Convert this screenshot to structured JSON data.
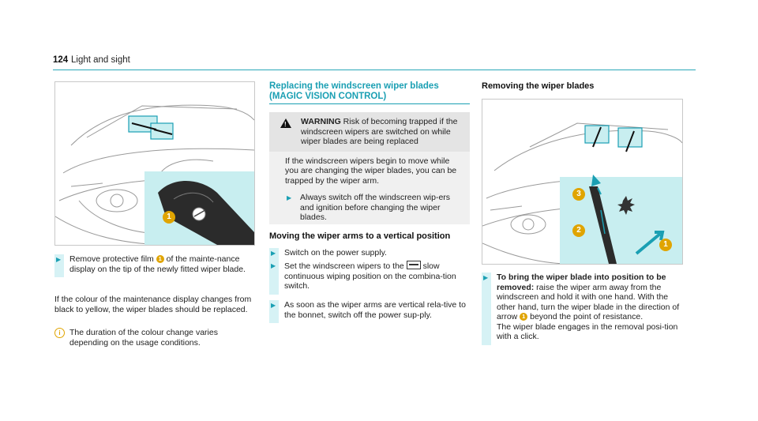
{
  "header": {
    "page_number": "124",
    "section": "Light and sight"
  },
  "col1": {
    "step1": {
      "pre": "Remove protective film ",
      "callout": "1",
      "post": " of the mainte-nance display on the tip of the newly fitted wiper blade."
    },
    "para": "If the colour of the maintenance display changes from black to yellow, the wiper blades should be replaced.",
    "note": "The duration of the colour change varies depending on the usage conditions.",
    "figure_callout": "1"
  },
  "col2": {
    "title": "Replacing the windscreen wiper blades (MAGIC VISION CONTROL)",
    "warning": {
      "label": "WARNING",
      "headline": " Risk of becoming trapped if the windscreen wipers are switched on while wiper blades are being replaced",
      "body": "If the windscreen wipers begin to move while you are changing the wiper blades, you can be trapped by the wiper arm.",
      "step": "Always switch off the windscreen wip-ers and ignition before changing the wiper blades."
    },
    "subheading": "Moving the wiper arms to a vertical position",
    "step1": "Switch on the power supply.",
    "step2_pre": "Set the windscreen wipers to the ",
    "step2_post": " slow continuous wiping position on the combina-tion switch.",
    "step3": "As soon as the wiper arms are vertical rela-tive to the bonnet, switch off the power sup-ply."
  },
  "col3": {
    "subheading": "Removing the wiper blades",
    "figure_callouts": [
      "3",
      "2",
      "1"
    ],
    "step_bold": "To bring the wiper blade into position to be removed:",
    "step_text1": " raise the wiper arm away from the windscreen and hold it with one hand. With the other hand, turn the wiper blade in the direction of arrow ",
    "step_callout": "1",
    "step_text2": " beyond the point of resistance.",
    "step_text3": "The wiper blade engages in the removal posi-tion with a click."
  },
  "colors": {
    "accent": "#1a9fb3",
    "callout": "#e0a400",
    "panel": "#c8eef0"
  }
}
